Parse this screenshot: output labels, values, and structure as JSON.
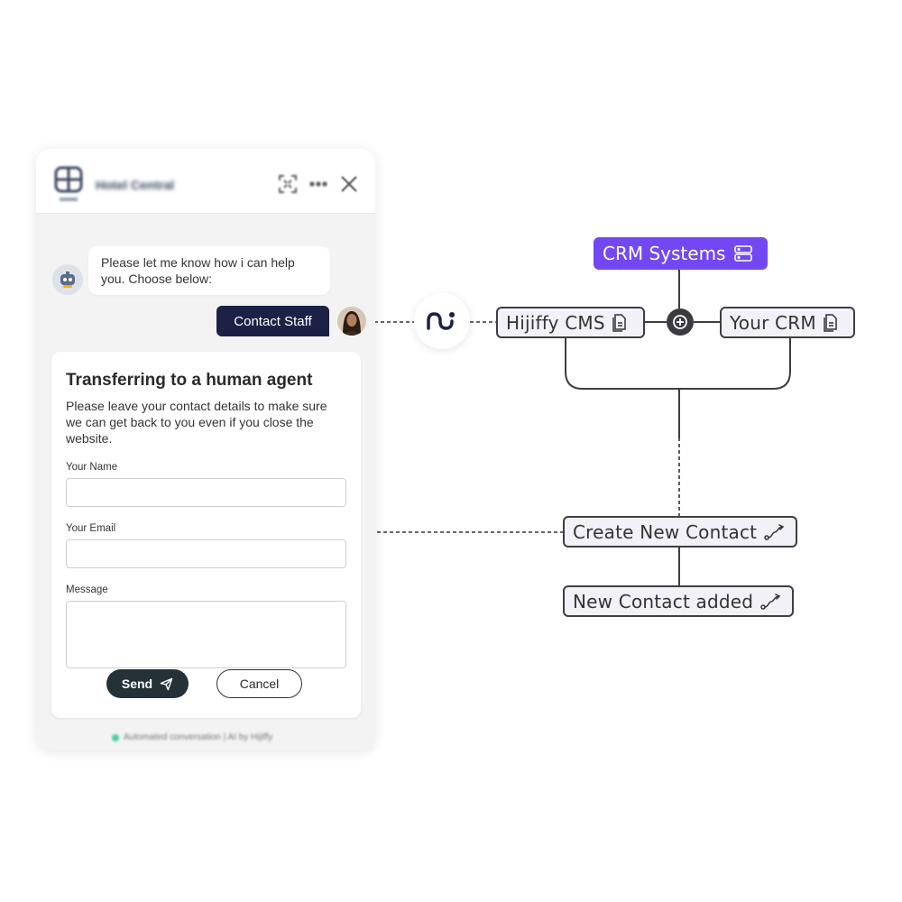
{
  "widget": {
    "title": "Hotel Central",
    "bot_message": "Please let me know how i can help you. Choose below:",
    "user_choice": "Contact Staff",
    "form": {
      "title": "Transferring to a human agent",
      "description": "Please leave your contact details to make sure we can get back to you even if you close the website.",
      "name_label": "Your Name",
      "email_label": "Your Email",
      "message_label": "Message",
      "name_value": "",
      "email_value": "",
      "message_value": "",
      "send_label": "Send",
      "cancel_label": "Cancel"
    },
    "footer": "Automated conversation | AI by Hijiffy"
  },
  "diagram": {
    "crm_systems": "CRM Systems",
    "hijiffy_cms": "Hijiffy CMS",
    "your_crm": "Your CRM",
    "create_contact": "Create New Contact",
    "contact_added": "New Contact added"
  },
  "colors": {
    "accent_purple": "#7348f2",
    "navy": "#1c2145",
    "send_dark": "#243238",
    "node_border": "#3d3d42",
    "node_fill": "#f2f1f7",
    "online_green": "#3fd1a0"
  },
  "icons": [
    "logo-icon",
    "expand-icon",
    "more-icon",
    "close-icon",
    "bot-avatar-icon",
    "send-icon",
    "hijiffy-hub-icon",
    "server-icon",
    "document-icon",
    "plus-icon",
    "route-icon"
  ]
}
